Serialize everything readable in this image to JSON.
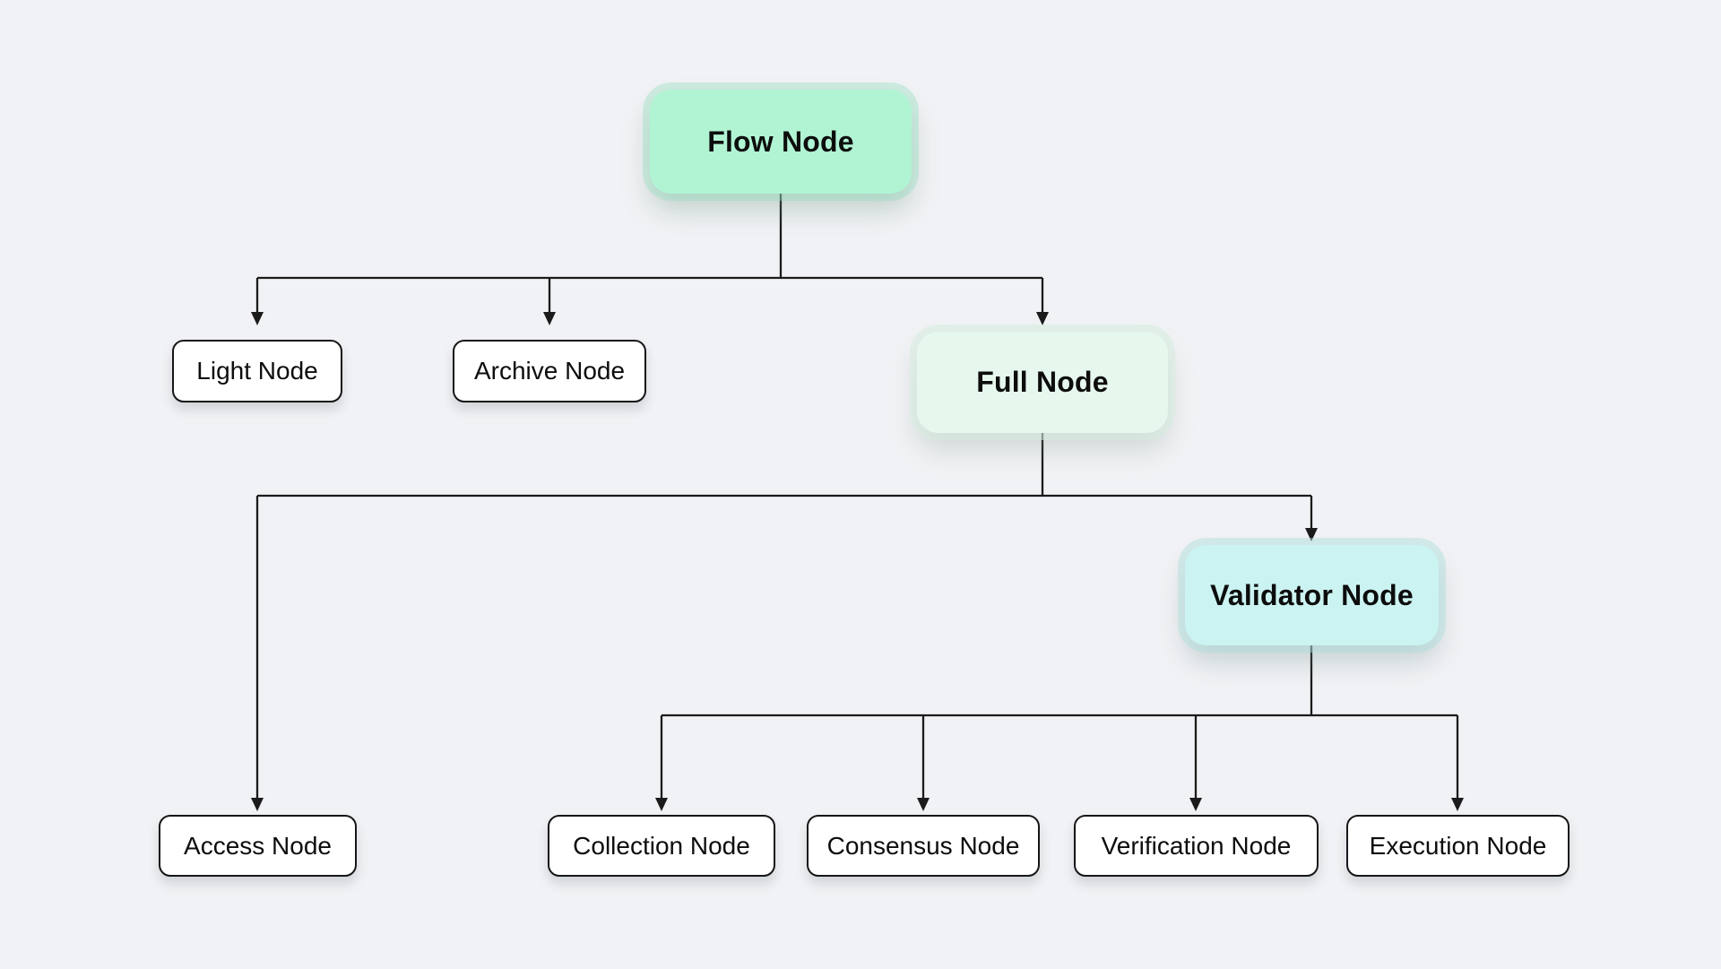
{
  "diagram": {
    "nodes": {
      "flow": {
        "label": "Flow Node",
        "fill": "#b0f4d4"
      },
      "light": {
        "label": "Light Node",
        "fill": "#ffffff"
      },
      "archive": {
        "label": "Archive Node",
        "fill": "#ffffff"
      },
      "full": {
        "label": "Full Node",
        "fill": "#e6f7ee"
      },
      "access": {
        "label": "Access Node",
        "fill": "#ffffff"
      },
      "validator": {
        "label": "Validator Node",
        "fill": "#cbf3f1"
      },
      "collection": {
        "label": "Collection Node",
        "fill": "#ffffff"
      },
      "consensus": {
        "label": "Consensus Node",
        "fill": "#ffffff"
      },
      "verification": {
        "label": "Verification Node",
        "fill": "#ffffff"
      },
      "execution": {
        "label": "Execution Node",
        "fill": "#ffffff"
      }
    },
    "edges": [
      {
        "from": "Flow Node",
        "to": "Light Node"
      },
      {
        "from": "Flow Node",
        "to": "Archive Node"
      },
      {
        "from": "Flow Node",
        "to": "Full Node"
      },
      {
        "from": "Full Node",
        "to": "Access Node"
      },
      {
        "from": "Full Node",
        "to": "Validator Node"
      },
      {
        "from": "Validator Node",
        "to": "Collection Node"
      },
      {
        "from": "Validator Node",
        "to": "Consensus Node"
      },
      {
        "from": "Validator Node",
        "to": "Verification Node"
      },
      {
        "from": "Validator Node",
        "to": "Execution Node"
      }
    ],
    "colors": {
      "background": "#f1f2f5",
      "line": "#1b1b1b",
      "node_border": "#161616",
      "text": "#0d0d0d"
    }
  }
}
